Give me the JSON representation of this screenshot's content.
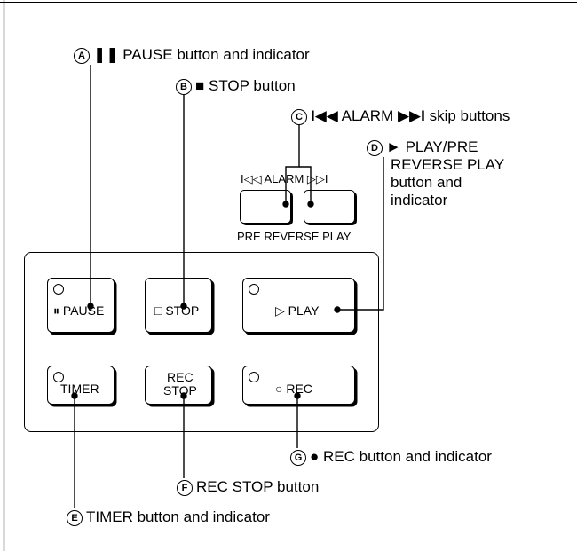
{
  "callouts": {
    "a": {
      "letter": "A",
      "icon": "pause-glyph",
      "glyph": "❚❚",
      "text": "PAUSE button and indicator"
    },
    "b": {
      "letter": "B",
      "icon": "stop-glyph",
      "glyph": "■",
      "text": "STOP button"
    },
    "c": {
      "letter": "C",
      "glyph_left": "I◀◀",
      "word": "ALARM",
      "glyph_right": "▶▶I",
      "text": "skip buttons"
    },
    "d": {
      "letter": "D",
      "glyph": "►",
      "line1": "PLAY/PRE",
      "line2": "REVERSE PLAY",
      "line3": "button and",
      "line4": "indicator"
    },
    "e": {
      "letter": "E",
      "text": "TIMER button and indicator"
    },
    "f": {
      "letter": "F",
      "text": "REC STOP button"
    },
    "g": {
      "letter": "G",
      "glyph": "●",
      "text": "REC button and indicator"
    }
  },
  "panel": {
    "alarm_label": "I◁◁ ALARM ▷▷I",
    "pre_reverse_label": "PRE REVERSE PLAY",
    "buttons": {
      "pause": "⏸ PAUSE",
      "stop": "□ STOP",
      "play": "▷ PLAY",
      "timer": "TIMER",
      "rec_stop_1": "REC",
      "rec_stop_2": "STOP",
      "rec": "○ REC"
    }
  }
}
